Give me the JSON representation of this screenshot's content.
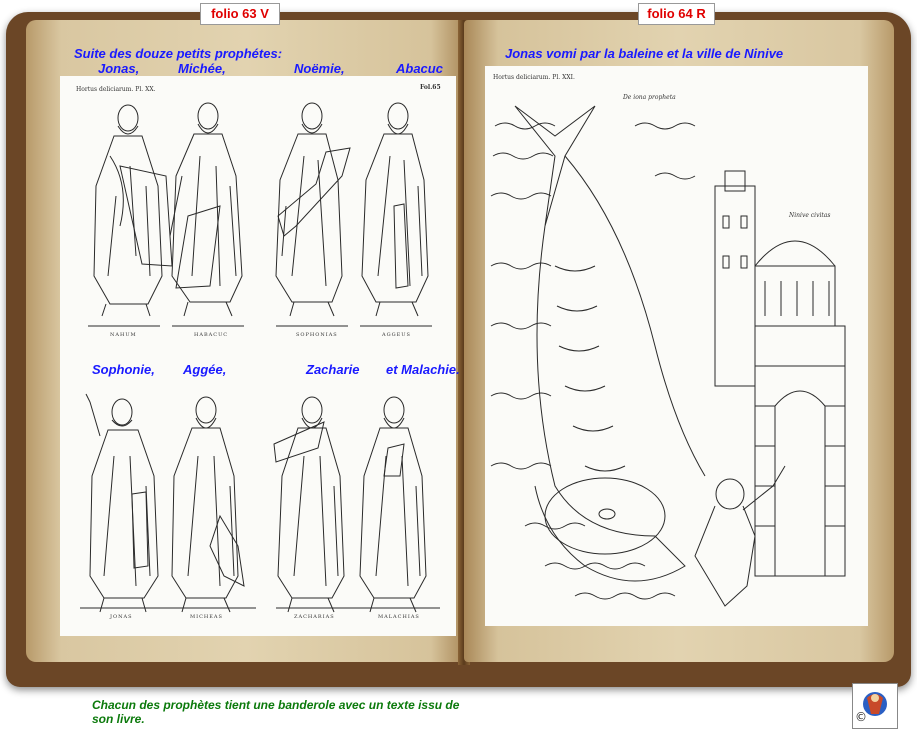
{
  "folio_left": "folio 63 V",
  "folio_right": "folio 64 R",
  "left": {
    "heading": "Suite des douze petits prophétes:",
    "row1_names": [
      "Jonas,",
      "Michée,",
      "Noëmie,",
      "Abacuc"
    ],
    "row2_names": [
      "Sophonie,",
      "Aggée,",
      "Zacharie",
      "et Malachie."
    ],
    "plate_header": "Hortus deliciarum. Pl. XX.",
    "plate_folio": "Fol.65",
    "captions_row1": [
      "NAHUM",
      "HABACUC",
      "SOPHONIAS",
      "AGGEUS"
    ],
    "captions_row2": [
      "JONAS",
      "MICHEAS",
      "ZACHARIAS",
      "MALACHIAS"
    ]
  },
  "right": {
    "heading": "Jonas vomi par la baleine et la ville de Ninive",
    "plate_header": "Hortus deliciarum. Pl. XXI.",
    "inscription_top": "De iona propheta",
    "inscription_city": "Ninive civitas"
  },
  "footer_text": "Chacun des prophètes tient une banderole avec un texte issu de son livre.",
  "logo_symbol": "©",
  "colors": {
    "folio_red": "#e00000",
    "heading_blue": "#1a1aff",
    "footer_green": "#0c7a0c"
  }
}
